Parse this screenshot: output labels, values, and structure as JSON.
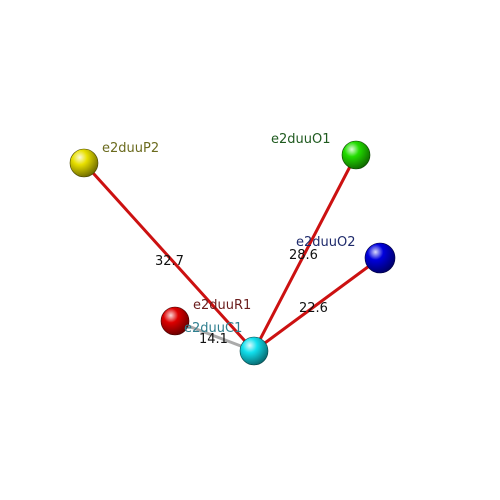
{
  "scene": {
    "atoms": [
      {
        "id": "e2duuP2",
        "label": "e2duuP2",
        "color": "#e8e000",
        "label_color": "#6b6b1e"
      },
      {
        "id": "e2duuO1",
        "label": "e2duuO1",
        "color": "#22dd00",
        "label_color": "#1f5a1f"
      },
      {
        "id": "e2duuO2",
        "label": "e2duuO2",
        "color": "#0000dd",
        "label_color": "#1e2a6b"
      },
      {
        "id": "e2duuR1",
        "label": "e2duuR1",
        "color": "#dd0000",
        "label_color": "#6b1e1e"
      },
      {
        "id": "e2duuC1",
        "label": "e2duuC1",
        "color": "#11e0ee",
        "label_color": "#2f7f8f"
      }
    ],
    "bonds": [
      {
        "from": "e2duuC1",
        "to": "e2duuP2",
        "distance": "32.7",
        "color": "#cc1111"
      },
      {
        "from": "e2duuC1",
        "to": "e2duuO1",
        "distance": "28.6",
        "color": "#cc1111"
      },
      {
        "from": "e2duuC1",
        "to": "e2duuO2",
        "distance": "22.6",
        "color": "#cc1111"
      },
      {
        "from": "e2duuC1",
        "to": "e2duuR1",
        "distance": "14.1",
        "color": "#aaaaaa"
      }
    ]
  }
}
